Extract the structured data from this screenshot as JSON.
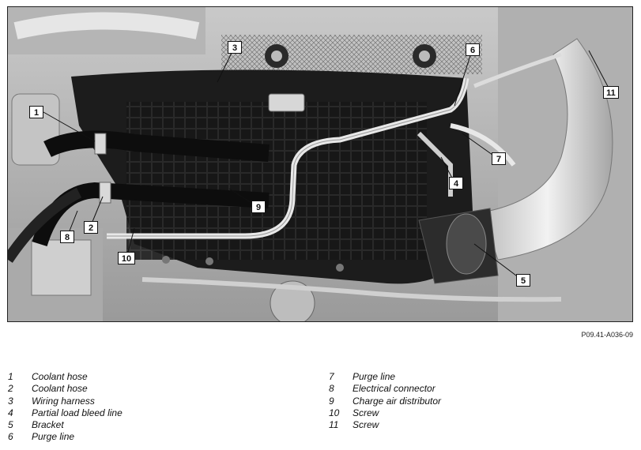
{
  "figure": {
    "id": "P09.41-A036-09",
    "callouts": [
      "1",
      "2",
      "3",
      "4",
      "5",
      "6",
      "7",
      "8",
      "9",
      "10",
      "11"
    ]
  },
  "legend": [
    {
      "num": "1",
      "text": "Coolant hose"
    },
    {
      "num": "2",
      "text": "Coolant hose"
    },
    {
      "num": "3",
      "text": "Wiring harness"
    },
    {
      "num": "4",
      "text": "Partial load bleed line"
    },
    {
      "num": "5",
      "text": "Bracket"
    },
    {
      "num": "6",
      "text": "Purge line"
    },
    {
      "num": "7",
      "text": "Purge line"
    },
    {
      "num": "8",
      "text": "Electrical connector"
    },
    {
      "num": "9",
      "text": "Charge air distributor"
    },
    {
      "num": "10",
      "text": "Screw"
    },
    {
      "num": "11",
      "text": "Screw"
    }
  ],
  "colors": {
    "engine_dark": "#1a1a1a",
    "engine_mid": "#8a8a8a",
    "engine_light": "#d8d8d8"
  }
}
